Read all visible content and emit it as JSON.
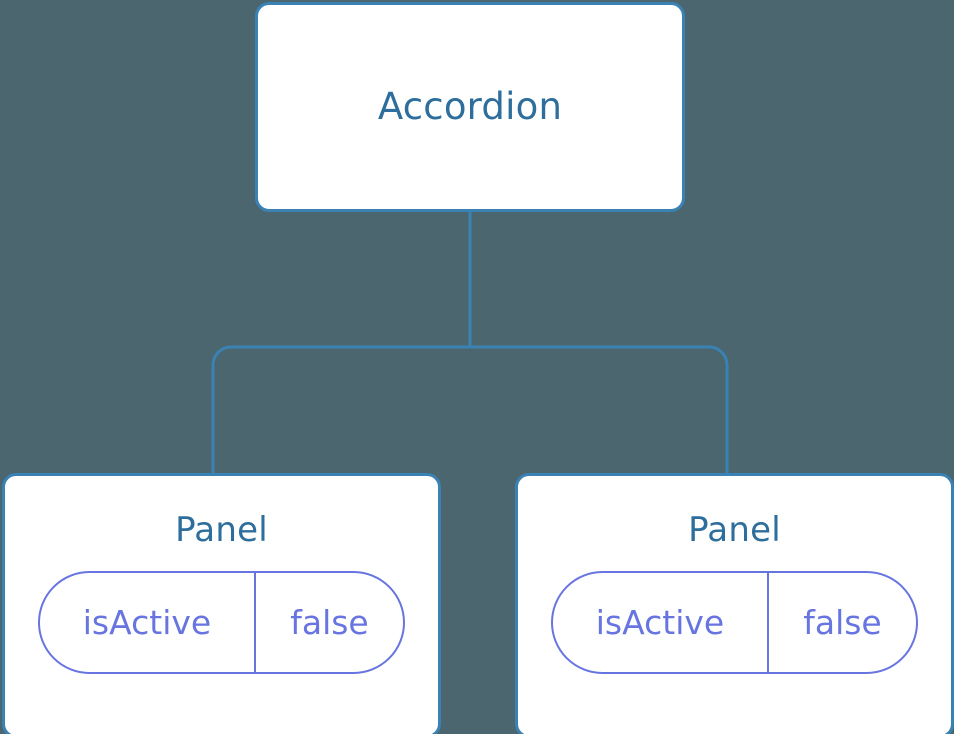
{
  "diagram": {
    "type": "component-tree",
    "background_color": "#4c666f",
    "node_border_color": "#3a81b4",
    "node_title_color": "#2e6e9c",
    "state_accent_color": "#6875e0",
    "edge_color": "#3a81b4",
    "root": {
      "id": "accordion",
      "title": "Accordion"
    },
    "children": [
      {
        "id": "panel-left",
        "title": "Panel",
        "state": {
          "key": "isActive",
          "value": "false"
        }
      },
      {
        "id": "panel-right",
        "title": "Panel",
        "state": {
          "key": "isActive",
          "value": "false"
        }
      }
    ],
    "edges": [
      {
        "from": "accordion",
        "to": "panel-left"
      },
      {
        "from": "accordion",
        "to": "panel-right"
      }
    ]
  }
}
